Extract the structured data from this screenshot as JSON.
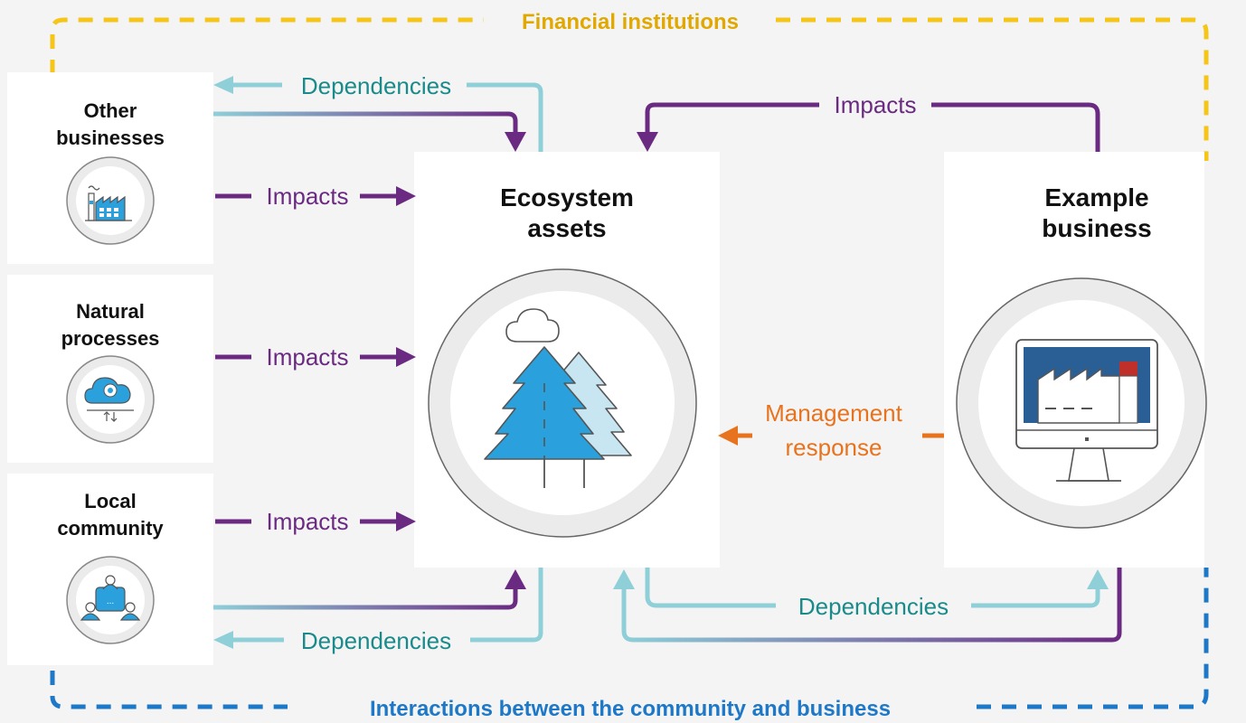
{
  "borders": {
    "financial_label": "Financial institutions",
    "community_label": "Interactions between the community and business"
  },
  "left_boxes": [
    {
      "line1": "Other",
      "line2": "businesses",
      "icon": "factory-icon"
    },
    {
      "line1": "Natural",
      "line2": "processes",
      "icon": "cloud-gear-icon"
    },
    {
      "line1": "Local",
      "line2": "community",
      "icon": "community-meeting-icon"
    }
  ],
  "center": {
    "line1": "Ecosystem",
    "line2": "assets",
    "icon": "trees-icon"
  },
  "right": {
    "line1": "Example",
    "line2": "business",
    "icon": "monitor-factory-icon"
  },
  "arrows": {
    "dependencies": "Dependencies",
    "impacts": "Impacts",
    "management_line1": "Management",
    "management_line2": "response"
  },
  "colors": {
    "background": "#f4f4f4",
    "financial": "#f5c518",
    "financial_text": "#e0a800",
    "community": "#1e78c8",
    "impacts": "#6b2a82",
    "dependencies": "#8ecfd8",
    "dependencies_text": "#1a8a8a",
    "management": "#e8731e",
    "icon_blue": "#2aa0dc",
    "icon_light": "#c8e6f2"
  }
}
